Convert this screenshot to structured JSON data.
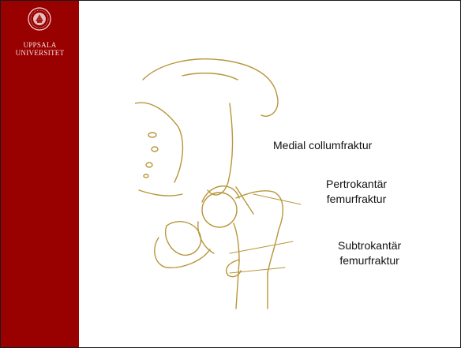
{
  "sidebar": {
    "university_line1": "UPPSALA",
    "university_line2": "UNIVERSITET",
    "background_color": "#990000",
    "logo_icon": "uppsala-university-seal-icon"
  },
  "figure": {
    "icon": "hip-joint-femur-drawing",
    "stroke_color": "#b8963a"
  },
  "labels": {
    "medial_collum": "Medial collumfraktur",
    "pertrokantar_line1": "Pertrokantär",
    "pertrokantar_line2": "femurfraktur",
    "subtrokantar_line1": "Subtrokantär",
    "subtrokantar_line2": "femurfraktur"
  }
}
